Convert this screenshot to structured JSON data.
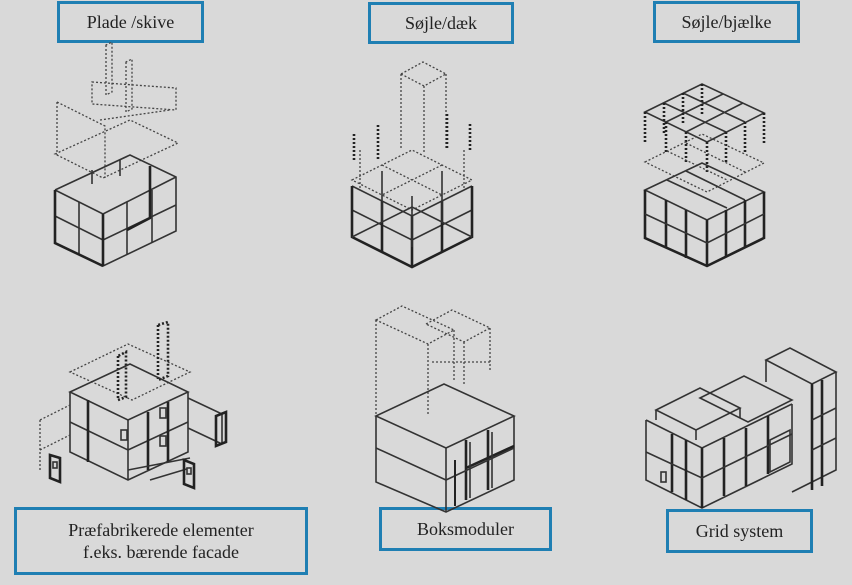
{
  "labels": {
    "plate": "Plade /skive",
    "column_deck": "Søjle/dæk",
    "column_beam": "Søjle/bjælke",
    "prefab_line1": "Præfabrikerede elementer",
    "prefab_line2": "f.eks. bærende facade",
    "box": "Boksmoduler",
    "grid": "Grid system"
  },
  "colors": {
    "background": "#d9d9d9",
    "label_border": "#1f7fb3",
    "drawing": "#333333"
  }
}
